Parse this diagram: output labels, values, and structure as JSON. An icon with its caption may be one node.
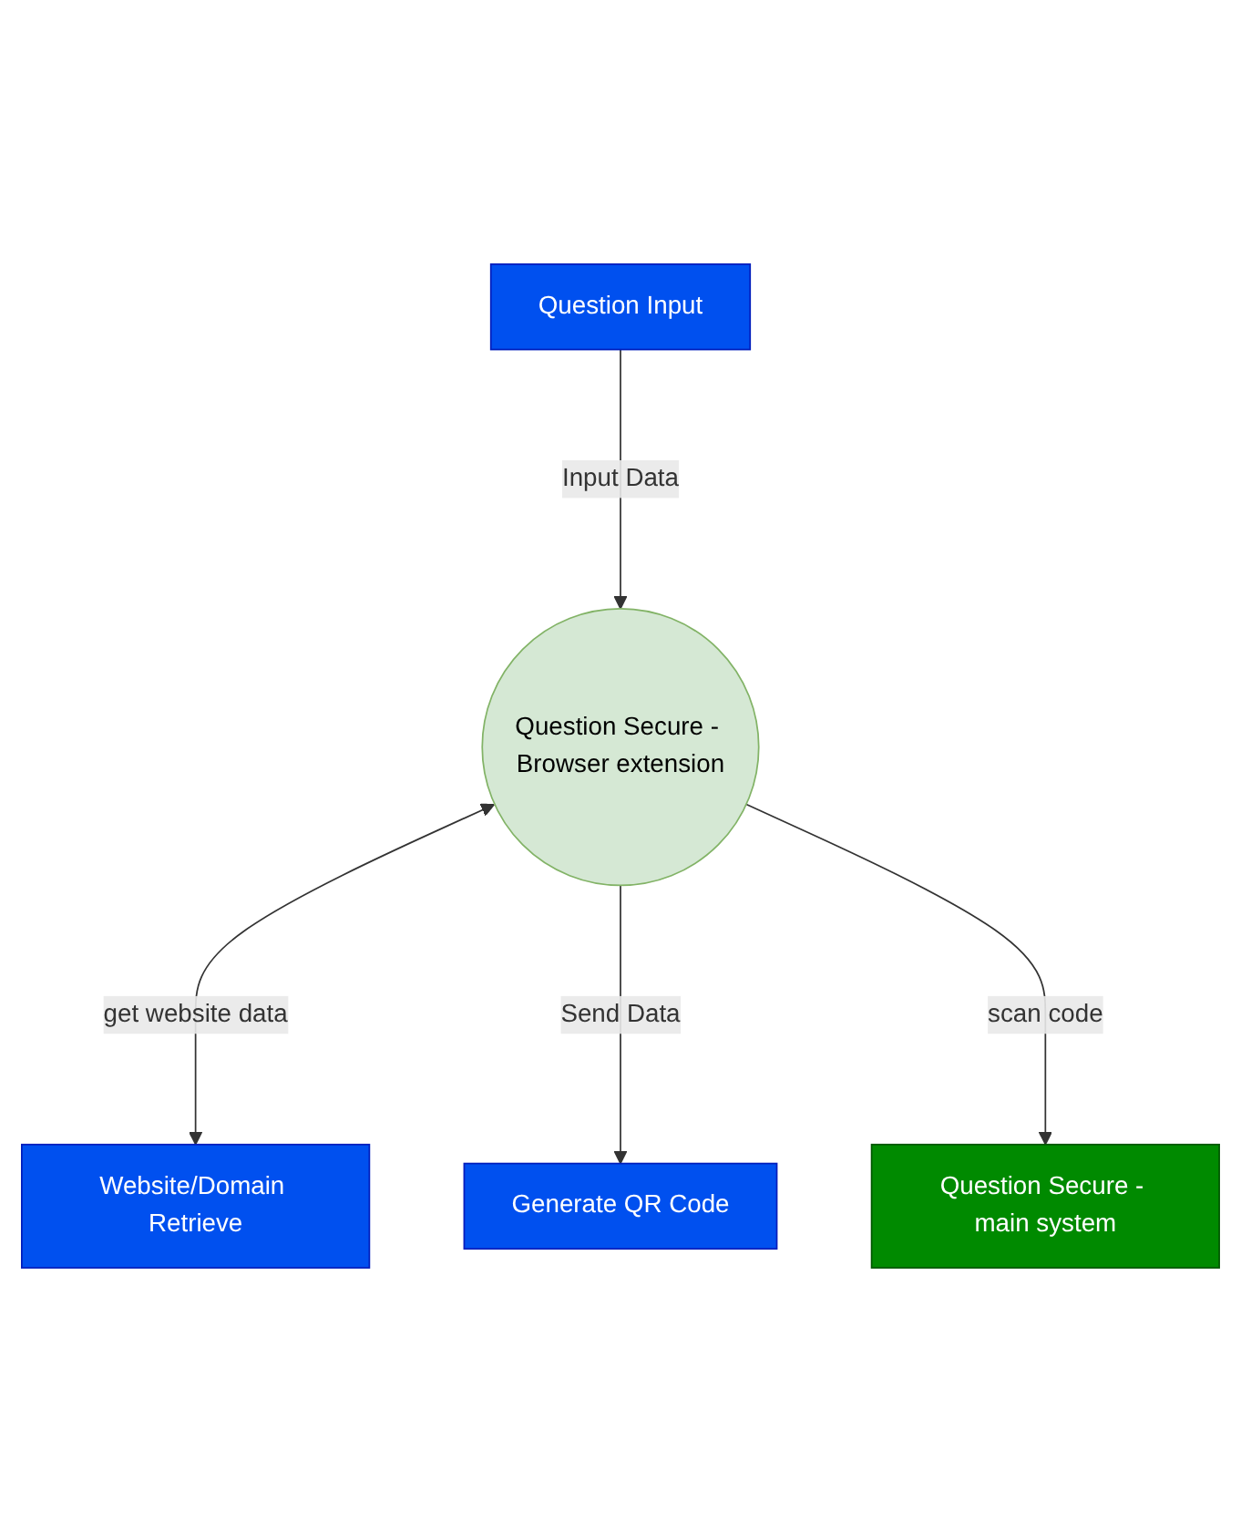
{
  "diagram": {
    "nodes": [
      {
        "text": [
          "Question Input"
        ]
      },
      {
        "text": [
          "Website/Domain Retrieve"
        ]
      },
      {
        "text": [
          "Question Secure - Browser extension"
        ]
      },
      {
        "text": [
          "Generate QR Code"
        ]
      },
      {
        "text": [
          "Question Secure - main system"
        ]
      }
    ],
    "edges": [
      {
        "from": 0,
        "to": 2,
        "arrow": "to",
        "label": "Input Data"
      },
      {
        "from": 2,
        "to": 1,
        "arrow": "both",
        "label": "get website data"
      },
      {
        "from": 2,
        "to": 3,
        "arrow": "to",
        "label": "Send Data"
      },
      {
        "from": 2,
        "to": 4,
        "arrow": "to",
        "label": "scan code"
      }
    ]
  }
}
